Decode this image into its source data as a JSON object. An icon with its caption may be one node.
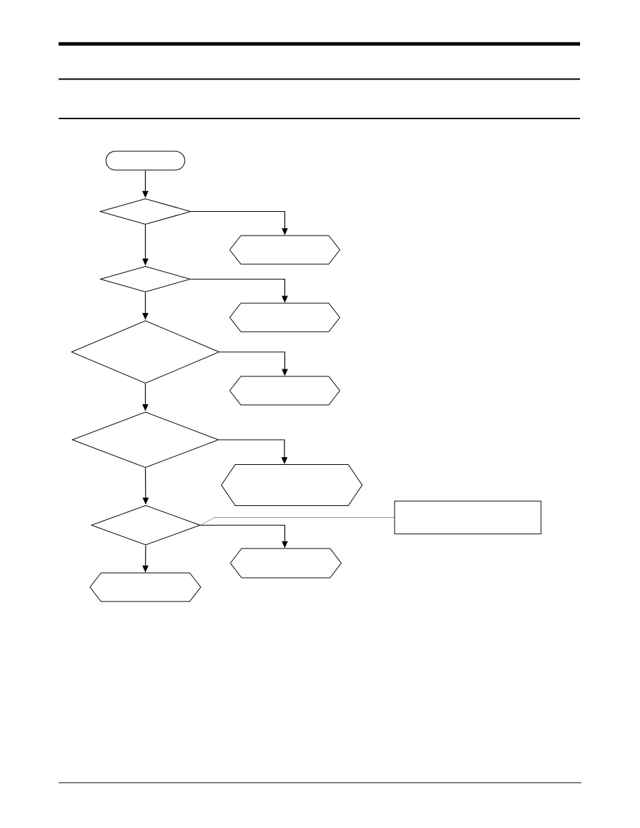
{
  "diagram": {
    "nodes": [
      {
        "text": [],
        "shape": "terminal"
      },
      {
        "text": [],
        "shape": "diamond"
      },
      {
        "text": [],
        "shape": "hexagon"
      },
      {
        "text": [],
        "shape": "diamond"
      },
      {
        "text": [],
        "shape": "hexagon"
      },
      {
        "text": [],
        "shape": "diamond"
      },
      {
        "text": [],
        "shape": "hexagon"
      },
      {
        "text": [],
        "shape": "diamond"
      },
      {
        "text": [],
        "shape": "hexagon"
      },
      {
        "text": [],
        "shape": "diamond"
      },
      {
        "text": [],
        "shape": "hexagon"
      },
      {
        "text": [],
        "shape": "hexagon"
      },
      {
        "text": [],
        "shape": "box"
      }
    ],
    "edges": [
      {
        "from": 0,
        "to": 1,
        "arrow": "to"
      },
      {
        "from": 1,
        "to": 2,
        "arrow": "to"
      },
      {
        "from": 1,
        "to": 3,
        "arrow": "to"
      },
      {
        "from": 3,
        "to": 4,
        "arrow": "to"
      },
      {
        "from": 3,
        "to": 5,
        "arrow": "to"
      },
      {
        "from": 5,
        "to": 6,
        "arrow": "to"
      },
      {
        "from": 5,
        "to": 7,
        "arrow": "to"
      },
      {
        "from": 7,
        "to": 8,
        "arrow": "to"
      },
      {
        "from": 7,
        "to": 9,
        "arrow": "to"
      },
      {
        "from": 9,
        "to": 10,
        "arrow": "to"
      },
      {
        "from": 9,
        "to": 11,
        "arrow": "to"
      },
      {
        "from": 9,
        "to": 12,
        "arrow": "none",
        "style": "dashed"
      }
    ]
  }
}
